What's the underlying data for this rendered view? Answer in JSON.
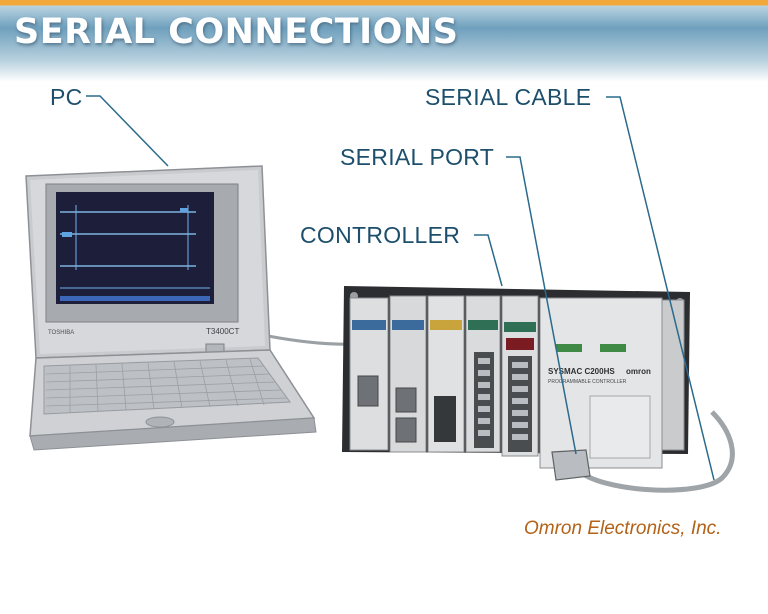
{
  "title": "SERIAL CONNECTIONS",
  "labels": {
    "pc": "PC",
    "serial_cable": "SERIAL CABLE",
    "serial_port": "SERIAL PORT",
    "controller": "CONTROLLER"
  },
  "laptop": {
    "brand": "TOSHIBA",
    "model": "T3400CT"
  },
  "controller": {
    "model": "SYSMAC C200HS",
    "brand": "omron",
    "subtitle": "PROGRAMMABLE CONTROLLER"
  },
  "credit": "Omron Electronics, Inc.",
  "colors": {
    "header_orange": "#f2a83a",
    "header_blue": "#6fa0bd",
    "label_text": "#1d4f6c",
    "leader_line": "#2b6a8c",
    "credit_text": "#b36218"
  }
}
